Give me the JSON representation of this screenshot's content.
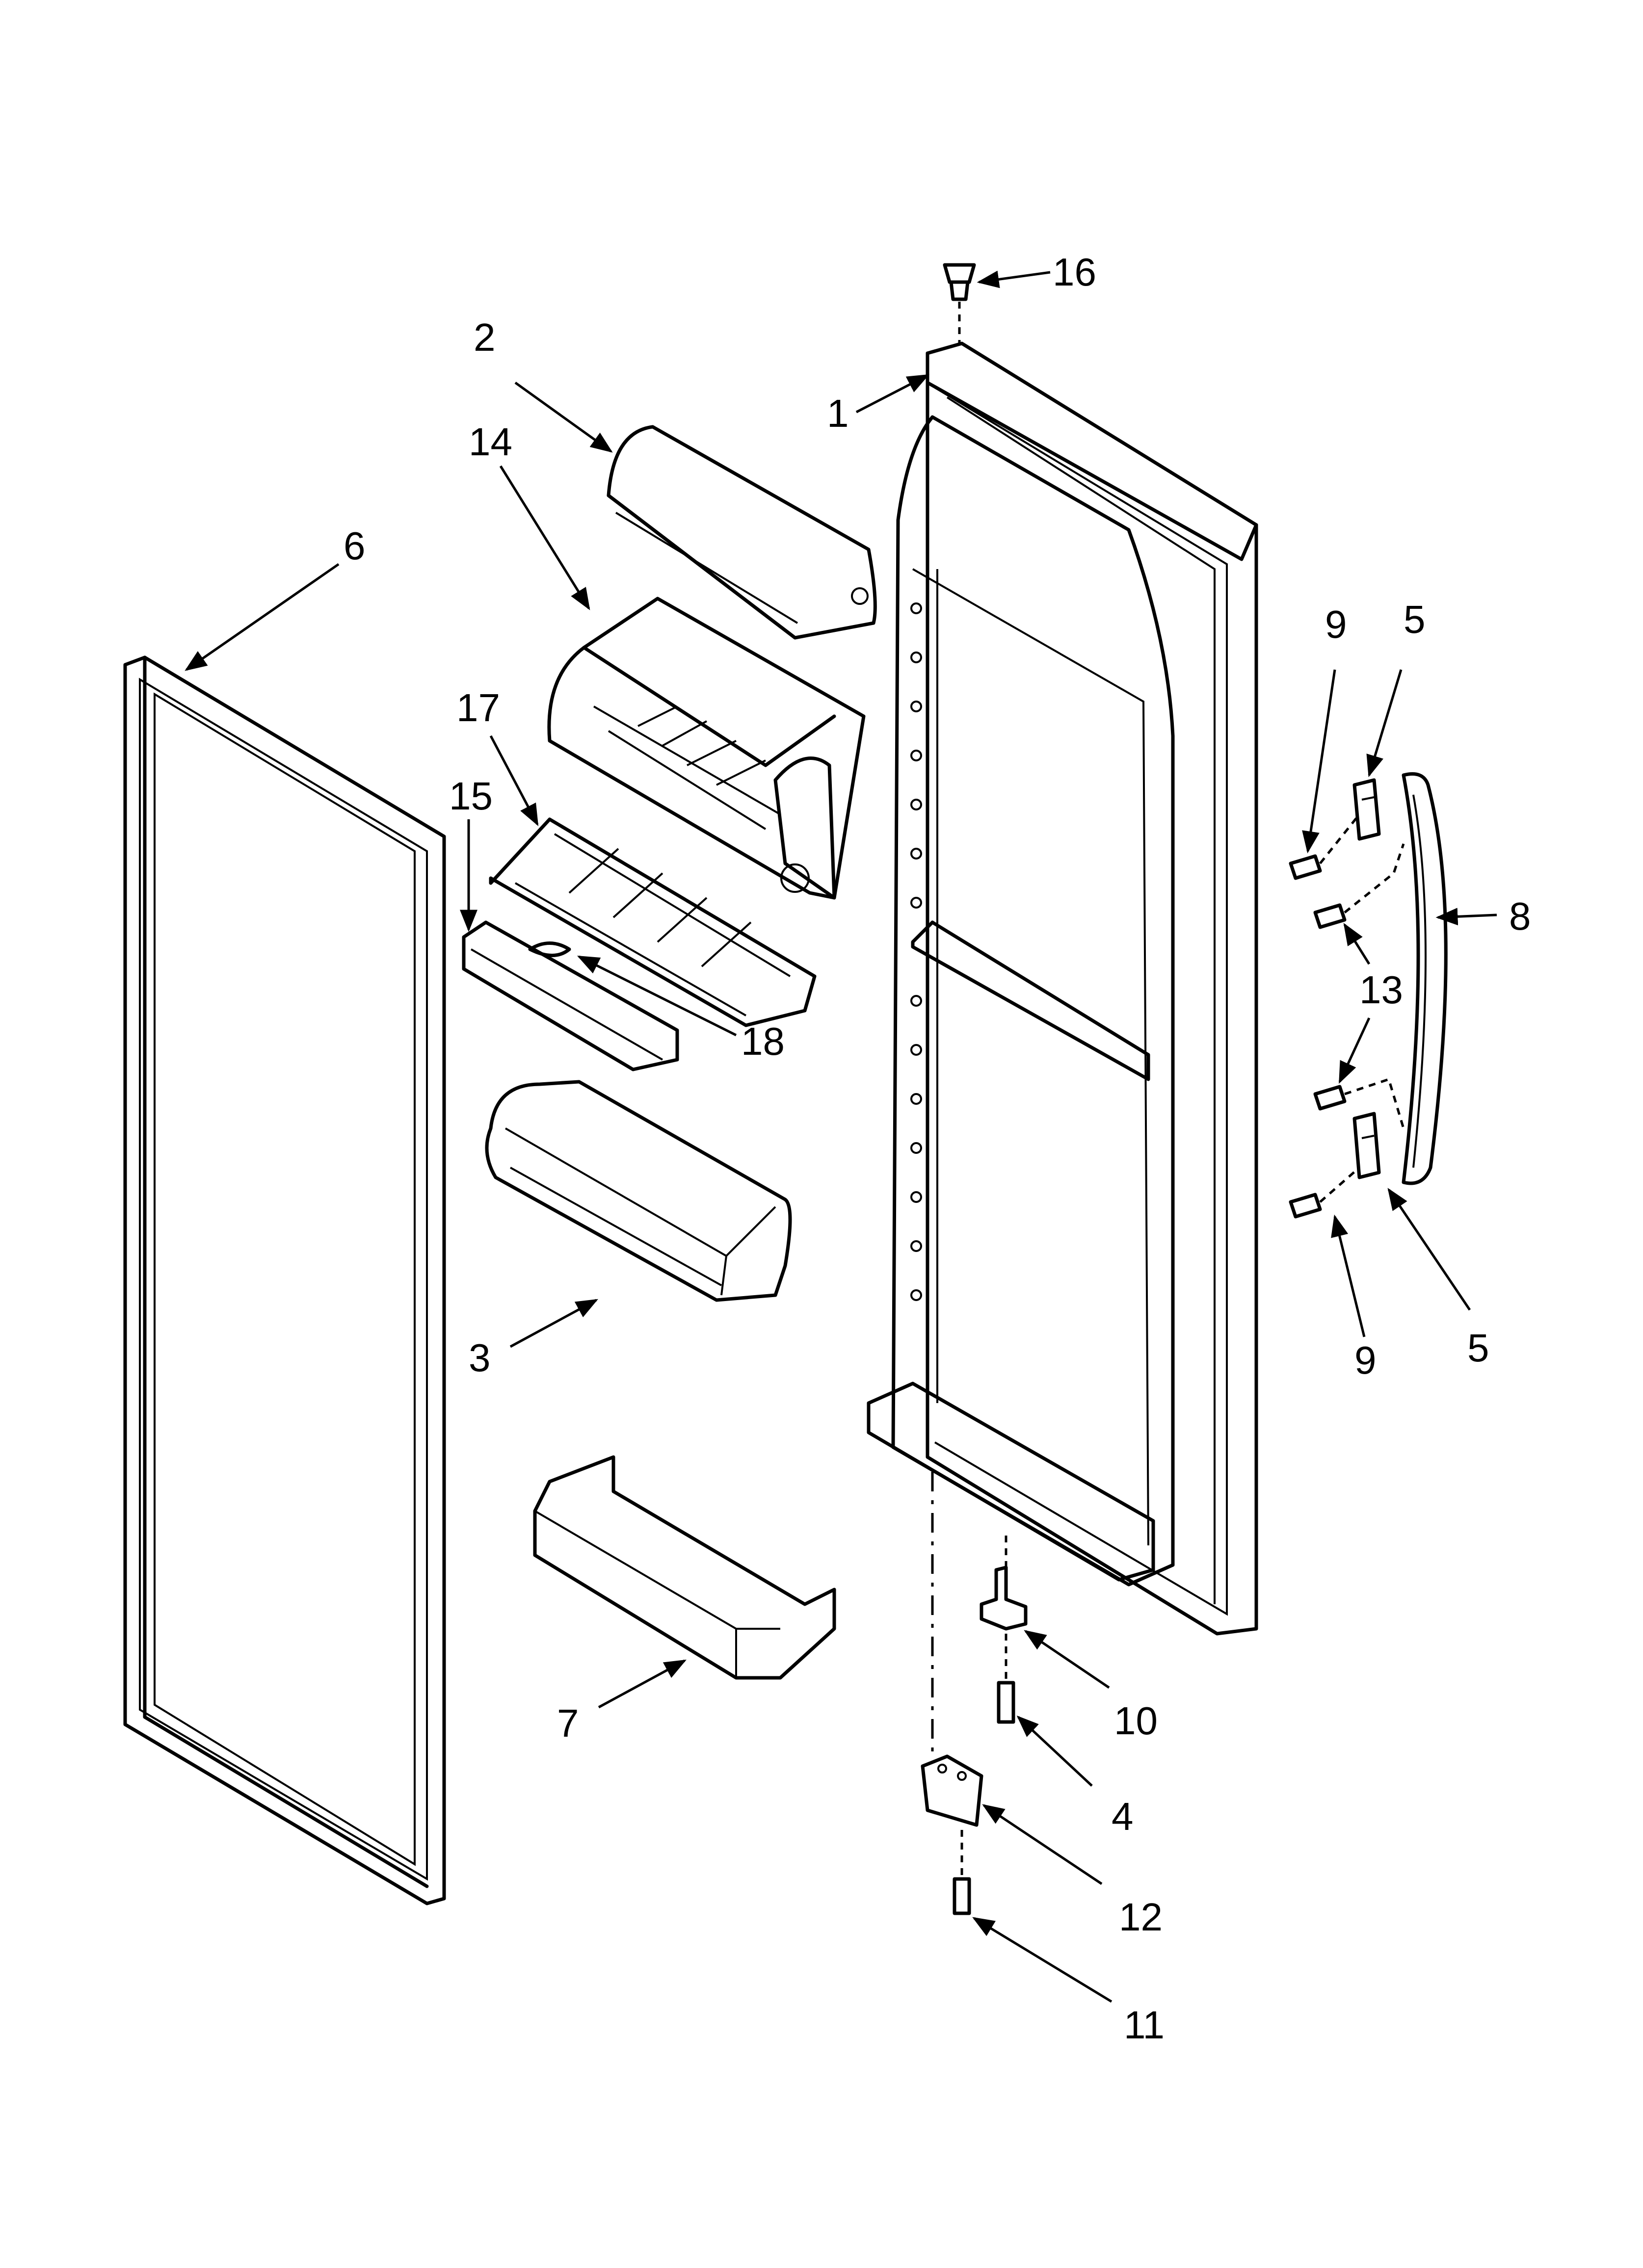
{
  "diagram": {
    "callouts": [
      {
        "id": "16",
        "text": "16"
      },
      {
        "id": "2",
        "text": "2"
      },
      {
        "id": "1",
        "text": "1"
      },
      {
        "id": "14",
        "text": "14"
      },
      {
        "id": "6",
        "text": "6"
      },
      {
        "id": "9a",
        "text": "9"
      },
      {
        "id": "5a",
        "text": "5"
      },
      {
        "id": "17",
        "text": "17"
      },
      {
        "id": "15",
        "text": "15"
      },
      {
        "id": "8",
        "text": "8"
      },
      {
        "id": "13",
        "text": "13"
      },
      {
        "id": "18",
        "text": "18"
      },
      {
        "id": "3",
        "text": "3"
      },
      {
        "id": "9b",
        "text": "9"
      },
      {
        "id": "5b",
        "text": "5"
      },
      {
        "id": "7",
        "text": "7"
      },
      {
        "id": "10",
        "text": "10"
      },
      {
        "id": "4",
        "text": "4"
      },
      {
        "id": "12",
        "text": "12"
      },
      {
        "id": "11",
        "text": "11"
      }
    ]
  }
}
